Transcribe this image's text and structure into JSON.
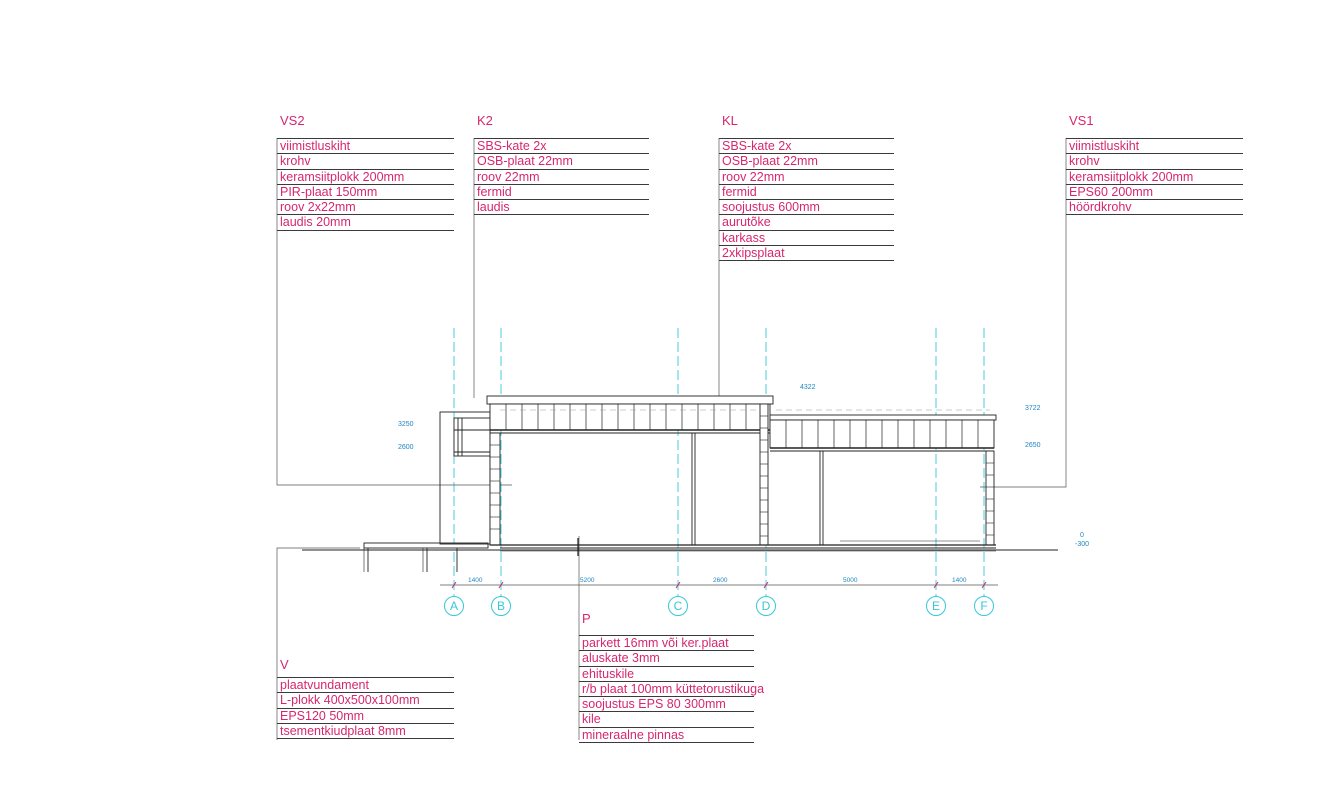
{
  "specs": {
    "vs2": {
      "title": "VS2",
      "items": [
        "viimistluskiht",
        "krohv",
        "keramsiitplokk 200mm",
        "PIR-plaat 150mm",
        "roov 2x22mm",
        "laudis 20mm"
      ]
    },
    "k2": {
      "title": "K2",
      "items": [
        "SBS-kate 2x",
        "OSB-plaat 22mm",
        "roov 22mm",
        "fermid",
        "laudis"
      ]
    },
    "kl": {
      "title": "KL",
      "items": [
        "SBS-kate 2x",
        "OSB-plaat 22mm",
        "roov 22mm",
        "fermid",
        "soojustus 600mm",
        "aurutõke",
        "karkass",
        "2xkipsplaat"
      ]
    },
    "vs1": {
      "title": "VS1",
      "items": [
        "viimistluskiht",
        "krohv",
        "keramsiitplokk 200mm",
        "EPS60 200mm",
        "höördkrohv"
      ]
    },
    "v": {
      "title": "V",
      "items": [
        "plaatvundament",
        "L-plokk 400x500x100mm",
        "EPS120 50mm",
        "tsementkiudplaat 8mm"
      ]
    },
    "p": {
      "title": "P",
      "items": [
        "parkett 16mm või ker.plaat",
        "aluskate 3mm",
        "ehituskile",
        "r/b plaat 100mm küttetorustikuga",
        "soojustus EPS 80 300mm",
        "kile",
        "mineraalne pinnas"
      ]
    }
  },
  "axes": [
    "A",
    "B",
    "C",
    "D",
    "E",
    "F"
  ],
  "dimensions": [
    "1400",
    "5200",
    "2600",
    "5000",
    "1400"
  ],
  "levels": {
    "left_upper": "3250",
    "left_lower": "2600",
    "center_top": "4322",
    "right_upper": "3722",
    "right_lower": "2650",
    "ground_zero": "0",
    "ground_neg": "-300"
  },
  "colors": {
    "label": "#d6276e",
    "axis": "#36c8d8",
    "dimension": "#1f86c2",
    "linework": "#3a3a3a"
  }
}
